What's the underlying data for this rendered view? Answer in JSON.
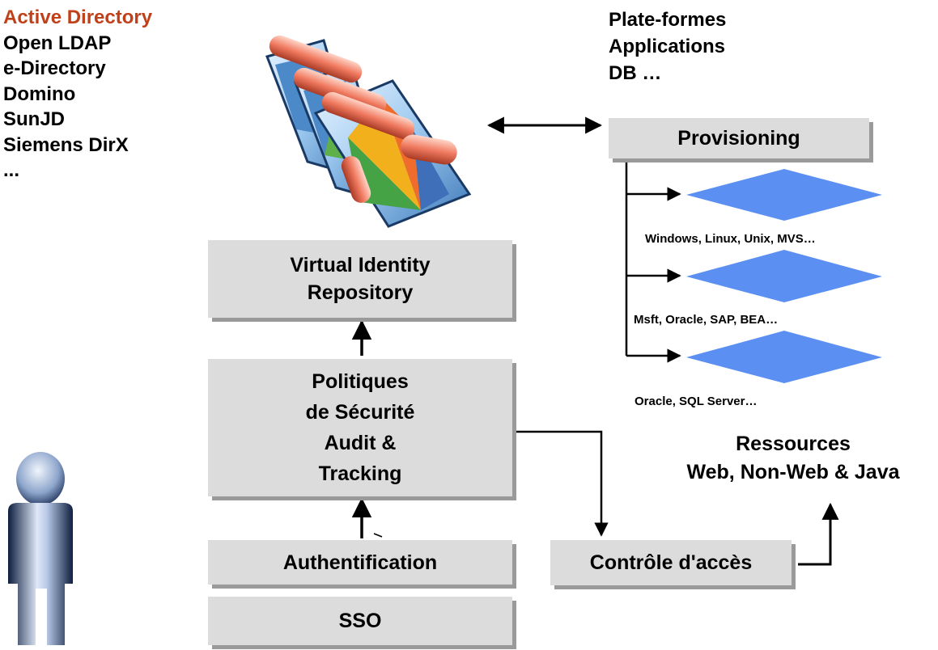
{
  "directories": {
    "items": [
      {
        "label": "Active Directory",
        "color": "#c0401a"
      },
      {
        "label": "Open LDAP"
      },
      {
        "label": "e-Directory"
      },
      {
        "label": "Domino"
      },
      {
        "label": "SunJD"
      },
      {
        "label": "Siemens DirX"
      },
      {
        "label": "..."
      }
    ]
  },
  "platforms": {
    "lines": [
      "Plate-formes",
      "Applications",
      "DB …"
    ]
  },
  "boxes": {
    "provisioning": "Provisioning",
    "virtual_identity": [
      "Virtual Identity",
      "Repository"
    ],
    "politiques": [
      "Politiques",
      "de Sécurité",
      "Audit &",
      "Tracking"
    ],
    "authentification": "Authentification",
    "sso": "SSO",
    "controle": "Contrôle d'accès"
  },
  "resources": {
    "items": [
      "Windows, Linux, Unix, MVS…",
      "Msft, Oracle, SAP, BEA…",
      "Oracle, SQL Server…"
    ],
    "color": "#5b8ff2"
  },
  "ressources_label": [
    "Ressources",
    "Web, Non-Web & Java"
  ],
  "icons": {
    "directory_servers": "server-stack-icon",
    "user": "user-person-icon"
  }
}
